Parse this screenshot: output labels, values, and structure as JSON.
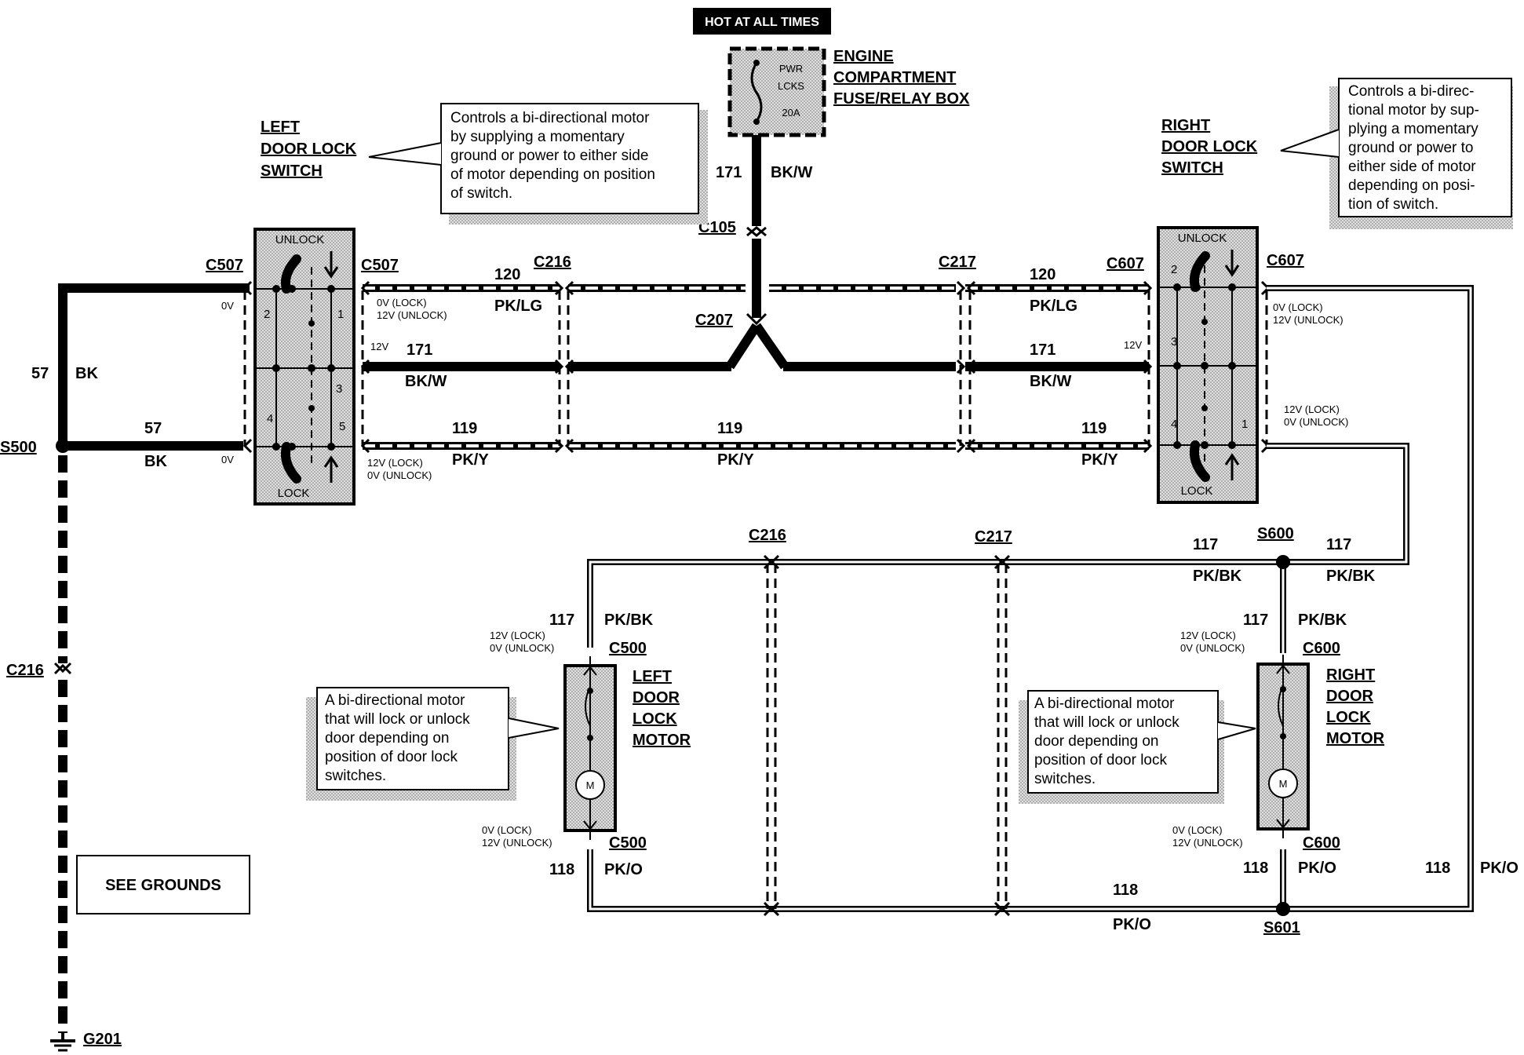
{
  "power": {
    "hot_label": "HOT AT ALL TIMES",
    "fuse_lines": [
      "PWR",
      "LCKS",
      "20A"
    ],
    "fuse_box_label": [
      "ENGINE",
      "COMPARTMENT",
      "FUSE/RELAY BOX"
    ]
  },
  "left_switch": {
    "title": [
      "LEFT",
      "DOOR LOCK",
      "SWITCH"
    ],
    "unlock": "UNLOCK",
    "lock": "LOCK",
    "pins": [
      "2",
      "1",
      "3",
      "4",
      "5"
    ],
    "note": [
      "Controls a bi-directional motor",
      "by supplying a momentary",
      "ground or power to either side",
      "of motor depending on position",
      "of switch."
    ]
  },
  "right_switch": {
    "title": [
      "RIGHT",
      "DOOR LOCK",
      "SWITCH"
    ],
    "unlock": "UNLOCK",
    "lock": "LOCK",
    "pins": [
      "2",
      "3",
      "4",
      "1"
    ],
    "note": [
      "Controls a bi-direc-",
      "tional motor by sup-",
      "plying a momentary",
      "ground or power to",
      "either side of motor",
      "depending on posi-",
      "tion of switch."
    ]
  },
  "left_motor": {
    "title": [
      "LEFT",
      "DOOR",
      "LOCK",
      "MOTOR"
    ],
    "motor_symbol": "M",
    "note": [
      "A bi-directional motor",
      "that will lock or unlock",
      "door depending on",
      "position of door lock",
      "switches."
    ]
  },
  "right_motor": {
    "title": [
      "RIGHT",
      "DOOR",
      "LOCK",
      "MOTOR"
    ],
    "motor_symbol": "M",
    "note": [
      "A bi-directional motor",
      "that will lock or unlock",
      "door depending on",
      "position of door lock",
      "switches."
    ]
  },
  "connectors": {
    "c105": "C105",
    "c207": "C207",
    "c216": "C216",
    "c217": "C217",
    "c507": "C507",
    "c607": "C607",
    "c500": "C500",
    "c600": "C600",
    "s500": "S500",
    "s600": "S600",
    "s601": "S601",
    "g201": "G201"
  },
  "wires": {
    "w171": "171",
    "bkw": "BK/W",
    "w120": "120",
    "pklg": "PK/LG",
    "w119": "119",
    "pky": "PK/Y",
    "w117": "117",
    "pkbk": "PK/BK",
    "w118": "118",
    "pko": "PK/O",
    "w57": "57",
    "bk": "BK"
  },
  "voltages": {
    "zero_v": "0V",
    "twelve_v": "12V",
    "lock0_unlock12": [
      "0V (LOCK)",
      "12V (UNLOCK)"
    ],
    "lock12_unlock0": [
      "12V (LOCK)",
      "0V (UNLOCK)"
    ]
  },
  "see_grounds": "SEE GROUNDS"
}
